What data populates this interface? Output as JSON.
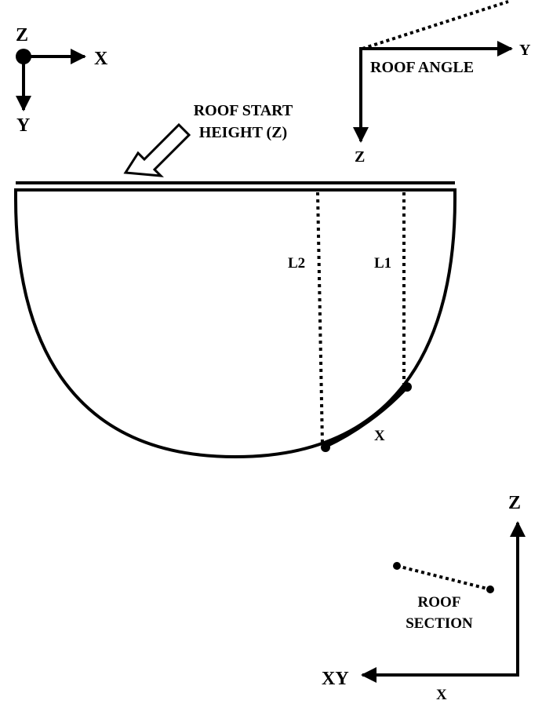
{
  "axes_top_left": {
    "origin": "Z",
    "right": "X",
    "down": "Y"
  },
  "axes_top_right": {
    "right": "Y",
    "down": "Z",
    "angle_label": "ROOF ANGLE"
  },
  "roof_start": {
    "line1": "ROOF START",
    "line2": "HEIGHT (Z)"
  },
  "bowl": {
    "l2": "L2",
    "l1": "L1",
    "x_label": "X"
  },
  "axes_bottom_right": {
    "up": "Z",
    "left": "XY",
    "bottom": "X"
  },
  "section": {
    "line1": "ROOF",
    "line2": "SECTION"
  }
}
